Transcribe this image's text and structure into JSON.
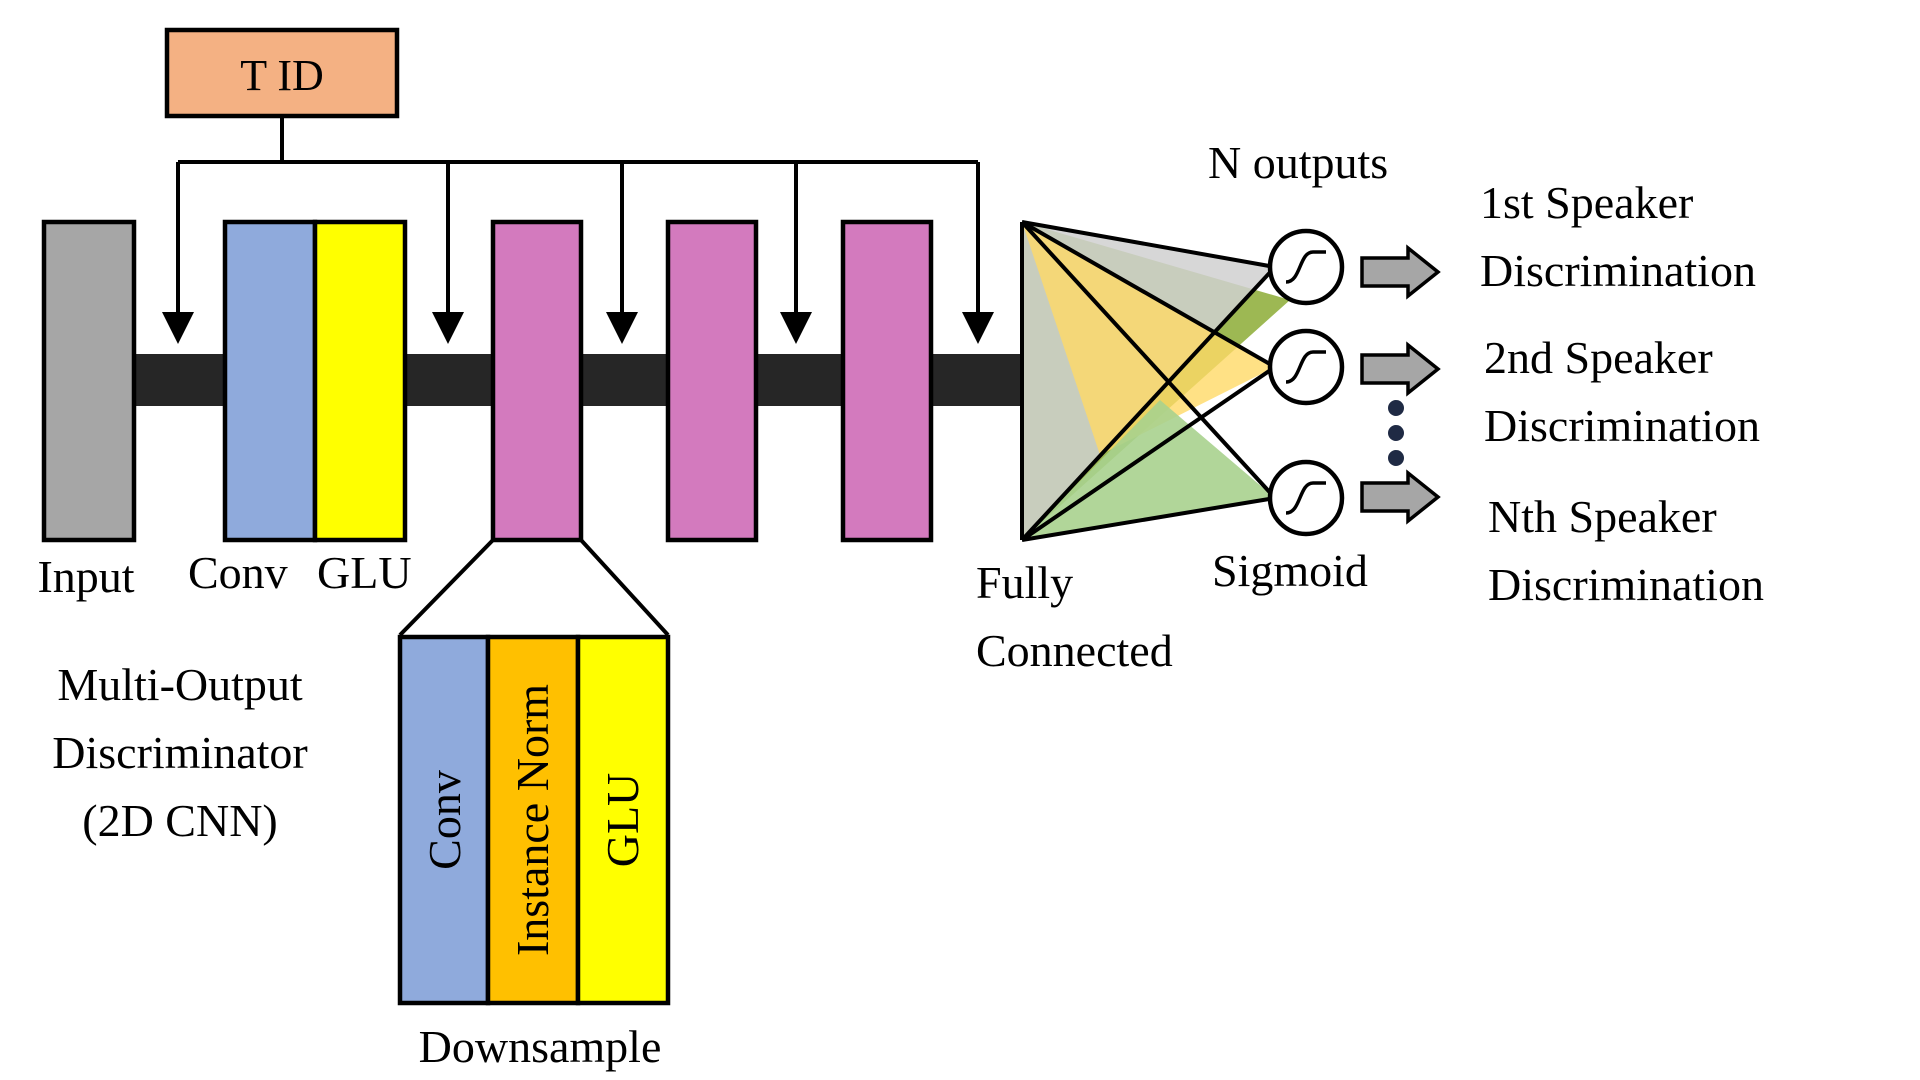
{
  "title_box": {
    "label": "T ID",
    "color": "#F4B183"
  },
  "colors": {
    "input": "#A6A6A6",
    "conv": "#8FAADC",
    "glu": "#FFFF00",
    "downsample": "#D37ABE",
    "instance_norm": "#FFC000",
    "trunk": "#262626",
    "fc_gray": "#D0D0D0",
    "fc_orange": "#FFD966",
    "fc_green_light": "#A9D18E",
    "fc_green_dark": "#9DB853",
    "output_arrow": "#A6A6A6"
  },
  "labels": {
    "input": "Input",
    "conv": "Conv",
    "glu": "GLU",
    "model_name": [
      "Multi-Output",
      "Discriminator",
      "(2D CNN)"
    ],
    "fully_connected": [
      "Fully",
      "Connected"
    ],
    "n_outputs": "N outputs",
    "sigmoid": "Sigmoid",
    "downsample": "Downsample"
  },
  "downsample_detail": {
    "layers": [
      "Conv",
      "Instance Norm",
      "GLU"
    ]
  },
  "outputs": [
    {
      "line1": "1st Speaker",
      "line2": "Discrimination"
    },
    {
      "line1": "2nd Speaker",
      "line2": "Discrimination"
    },
    {
      "line1": "Nth Speaker",
      "line2": "Discrimination"
    }
  ],
  "icons": [
    "sigmoid-icon",
    "ellipsis-dots",
    "right-arrow-icon"
  ]
}
